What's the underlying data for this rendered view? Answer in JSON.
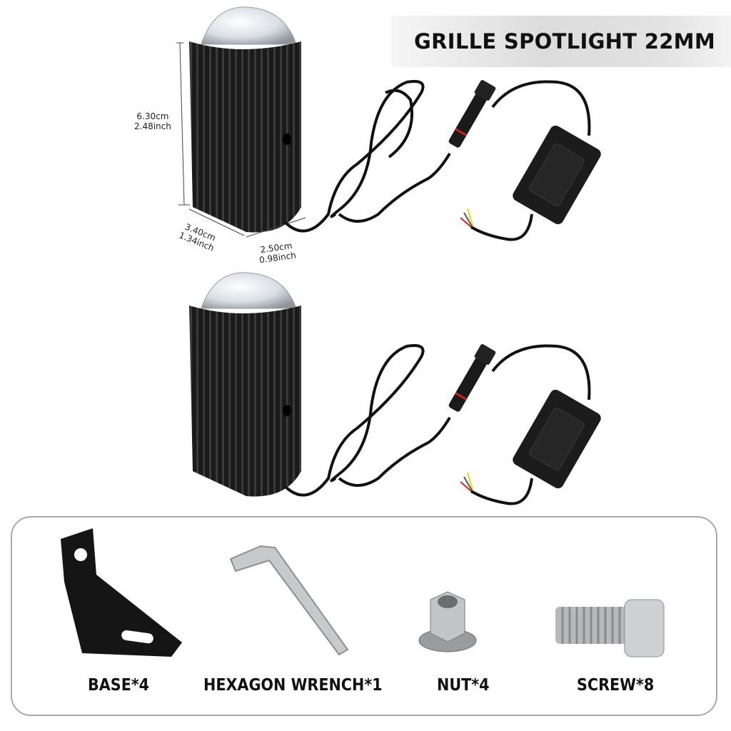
{
  "header": {
    "title": "GRILLE SPOTLIGHT 22MM"
  },
  "products": [
    {
      "name": "spotlight-unit-1",
      "dimensions": {
        "height_cm": "6.30cm",
        "height_inch": "2.48inch",
        "depth_cm": "3.40cm",
        "depth_inch": "1.34inch",
        "width_cm": "2.50cm",
        "width_inch": "0.98inch"
      }
    },
    {
      "name": "spotlight-unit-2"
    }
  ],
  "accessories": {
    "items": [
      {
        "label": "BASE*4",
        "icon": "bracket-icon"
      },
      {
        "label": "HEXAGON WRENCH*1",
        "icon": "hex-wrench-icon"
      },
      {
        "label": "NUT*4",
        "icon": "nut-icon"
      },
      {
        "label": "SCREW*8",
        "icon": "screw-icon"
      }
    ]
  },
  "colors": {
    "housing": "#1b1b1b",
    "wire": "#111111",
    "wire_red": "#d42020",
    "wire_yellow": "#f2d21a",
    "panel_border": "#a9a9a9"
  }
}
